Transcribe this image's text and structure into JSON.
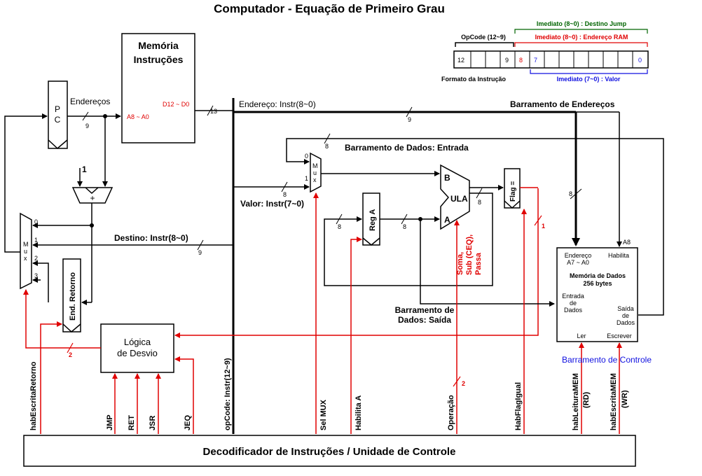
{
  "title": "Computador - Equação de Primeiro Grau",
  "instruction_format": {
    "opcode_label": "OpCode (12~9)",
    "imm_jump_label": "Imediato (8~0) : Destino Jump",
    "imm_ram_label": "Imediato (8~0) : Endereço RAM",
    "imm_value_label": "Imediato (7~0) : Valor",
    "caption": "Formato da Instrução",
    "bit_12": "12",
    "bit_9": "9",
    "bit_8": "8",
    "bit_7": "7",
    "bit_0": "0"
  },
  "pc": {
    "label_p": "P",
    "label_c": "C"
  },
  "rom": {
    "title_line1": "Memória",
    "title_line2": "Instruções",
    "addr_in": "A8 ~ A0",
    "data_out": "D12 ~ D0"
  },
  "labels": {
    "enderecos": "Endereços",
    "endereco_instr": "Endereço: Instr(8~0)",
    "barramento_enderecos": "Barramento de Endereços",
    "barramento_entrada": "Barramento de Dados: Entrada",
    "valor_instr": "Valor: Instr(7~0)",
    "destino_instr": "Destino: Instr(8~0)",
    "barramento_saida_1": "Barramento de",
    "barramento_saida_2": "Dados: Saída",
    "barramento_controle": "Barramento de Controle",
    "adder": "+",
    "one": "1"
  },
  "bus_widths": {
    "w9": "9",
    "w13": "13",
    "w8": "8",
    "w1": "1",
    "w2": "2"
  },
  "mux_in": {
    "title": "M u x",
    "in0": "0",
    "in1": "1"
  },
  "mux_pc": {
    "title": "M u x",
    "in0": "0",
    "in1": "1",
    "in2": "2",
    "in3": "3"
  },
  "reg_a": "Reg A",
  "ula": {
    "label": "ULA",
    "in_a": "A",
    "in_b": "B",
    "ops_1": "Soma,",
    "ops_2": "Sub (CEQ),",
    "ops_3": "Passa"
  },
  "flag": "Flag =",
  "end_retorno": "End. Retorno",
  "logica_desvio": {
    "line1": "Lógica",
    "line2": "de Desvio"
  },
  "ram": {
    "endereco": "Endereço",
    "a7a0": "A7 ~ A0",
    "habilita": "Habilita",
    "a8": "A8",
    "title1": "Memória de Dados",
    "title2": "256 bytes",
    "entrada1": "Entrada",
    "entrada2": "de",
    "entrada3": "Dados",
    "saida1": "Saída",
    "saida2": "de",
    "saida3": "Dados",
    "ler": "Ler",
    "escrever": "Escrever"
  },
  "control_signals": {
    "hab_escrita_retorno": "habEscritaRetorno",
    "jmp": "JMP",
    "ret": "RET",
    "jsr": "JSR",
    "jeq": "JEQ",
    "opcode": "opCode: Instr(12~9)",
    "sel_mux": "Sel MUX",
    "habilita_a": "Habilita A",
    "operacao": "Operação",
    "hab_flag_igual": "HabFlagIgual",
    "hab_leitura_mem": "habLeituraMEM",
    "rd": "(RD)",
    "hab_escrita_mem": "habEscritaMEM",
    "wr": "(WR)"
  },
  "decoder": "Decodificador de Instruções / Unidade de Controle",
  "colors": {
    "control": "#e00000",
    "bus": "#000000",
    "imm_value": "#1010e0",
    "imm_jump": "#006400"
  }
}
